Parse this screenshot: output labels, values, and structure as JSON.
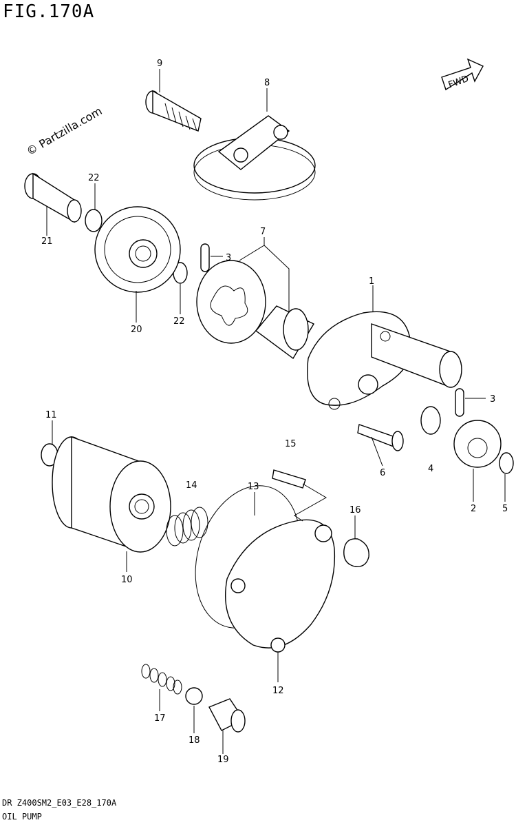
{
  "figure": {
    "title": "FIG.170A",
    "footer_code": "DR Z400SM2_E03_E28_170A",
    "footer_name": "OIL PUMP",
    "watermark": "© Partzilla.com",
    "fwd_label": "FWD"
  },
  "callouts": [
    "1",
    "2",
    "3",
    "3",
    "4",
    "5",
    "6",
    "7",
    "8",
    "9",
    "10",
    "11",
    "12",
    "13",
    "14",
    "15",
    "16",
    "17",
    "18",
    "19",
    "20",
    "21",
    "22",
    "22"
  ]
}
